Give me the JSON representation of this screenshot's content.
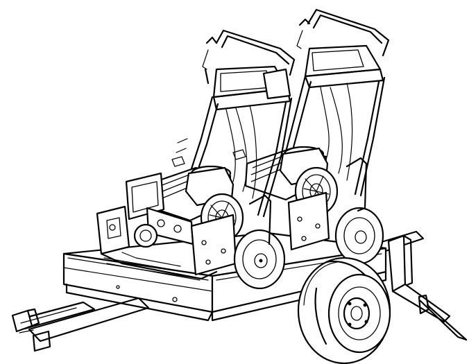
{
  "illustration": {
    "subject_icon": "trailer-with-two-greens-mowers-icon",
    "line_color": "#000000",
    "background_color": "#ffffff",
    "parts": [
      "trailer-tongue",
      "trailer-bed",
      "trailer-wheel",
      "trailer-axle-stand",
      "mower-left",
      "mower-right"
    ]
  }
}
